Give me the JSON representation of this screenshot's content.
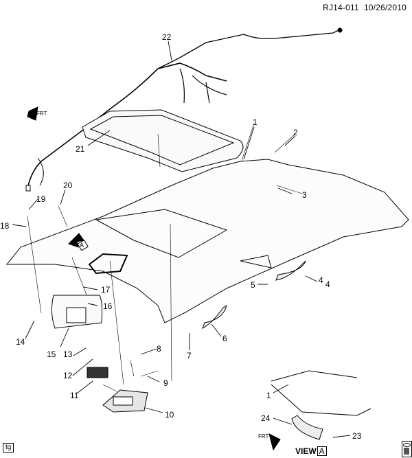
{
  "header": {
    "drawing_id": "RJ14-011",
    "date": "10/26/2010"
  },
  "footer": {
    "tag_label": "tg",
    "view_label": "VIEW",
    "view_ref": "A"
  },
  "markers": {
    "front_arrow_text": "FRT",
    "view_ref_arrow": "A"
  },
  "callouts": [
    {
      "id": "1",
      "label": "1"
    },
    {
      "id": "2",
      "label": "2"
    },
    {
      "id": "3",
      "label": "3"
    },
    {
      "id": "4",
      "label": "4"
    },
    {
      "id": "4b",
      "label": "4"
    },
    {
      "id": "5",
      "label": "5"
    },
    {
      "id": "6",
      "label": "6"
    },
    {
      "id": "7",
      "label": "7"
    },
    {
      "id": "8",
      "label": "8"
    },
    {
      "id": "9",
      "label": "9"
    },
    {
      "id": "10",
      "label": "10"
    },
    {
      "id": "11",
      "label": "11"
    },
    {
      "id": "12",
      "label": "12"
    },
    {
      "id": "13",
      "label": "13"
    },
    {
      "id": "14",
      "label": "14"
    },
    {
      "id": "15",
      "label": "15"
    },
    {
      "id": "16",
      "label": "16"
    },
    {
      "id": "17",
      "label": "17"
    },
    {
      "id": "18",
      "label": "18"
    },
    {
      "id": "19",
      "label": "19"
    },
    {
      "id": "20",
      "label": "20"
    },
    {
      "id": "21",
      "label": "21"
    },
    {
      "id": "22",
      "label": "22"
    },
    {
      "id": "1v",
      "label": "1"
    },
    {
      "id": "24",
      "label": "24"
    },
    {
      "id": "23",
      "label": "23"
    }
  ],
  "colors": {
    "line": "#000000",
    "fill_light": "#f4f4f4",
    "fill_mid": "#d9d9d9",
    "fill_dark": "#333333"
  }
}
